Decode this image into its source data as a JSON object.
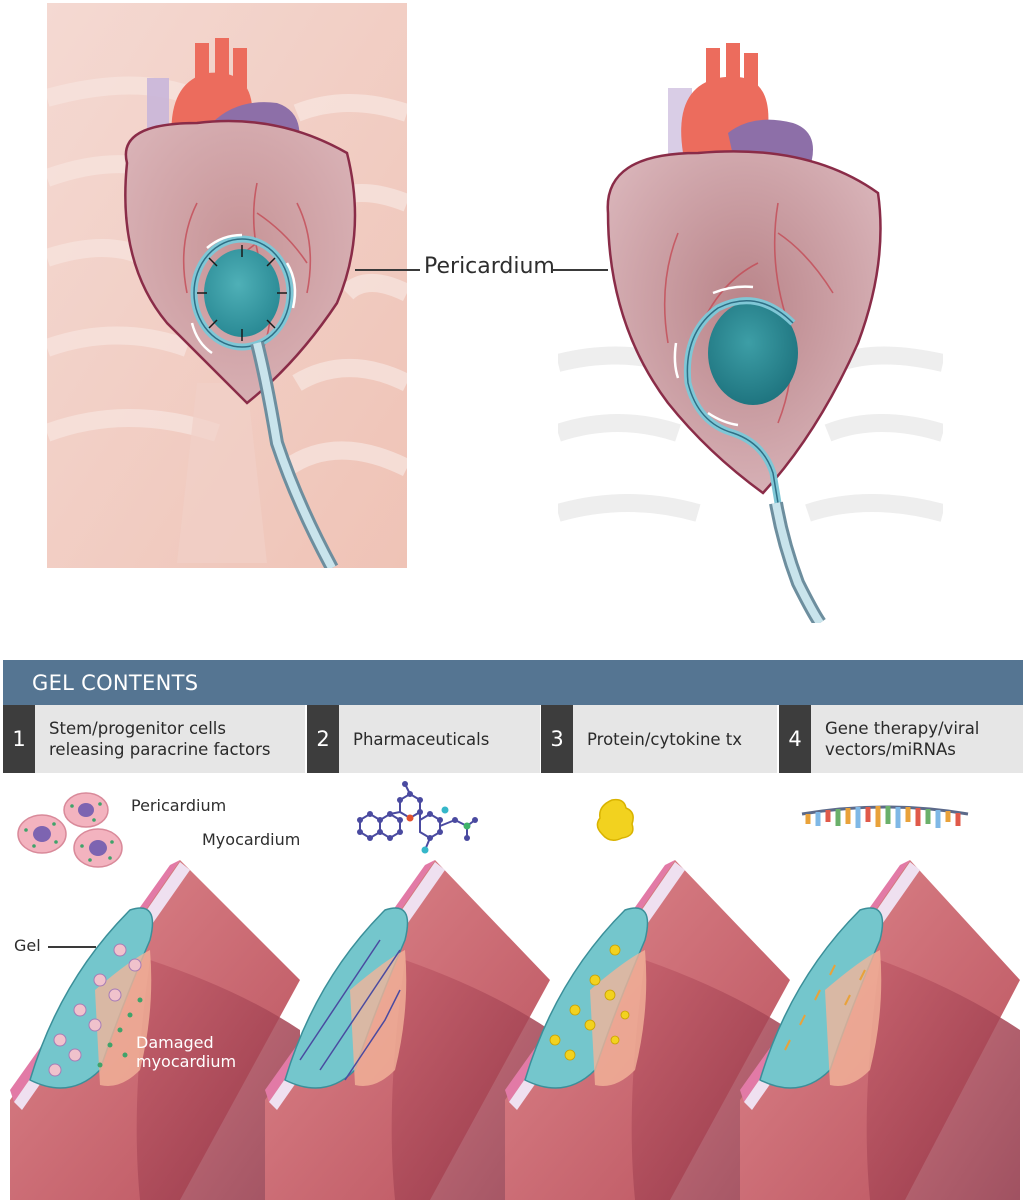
{
  "top": {
    "pericardium_label": "Pericardium"
  },
  "gel_contents": {
    "header": "GEL CONTENTS",
    "items": [
      {
        "number": "1",
        "label": "Stem/progenitor cells\nreleasing paracrine factors"
      },
      {
        "number": "2",
        "label": "Pharmaceuticals"
      },
      {
        "number": "3",
        "label": "Protein/cytokine tx"
      },
      {
        "number": "4",
        "label": "Gene therapy/viral\nvectors/miRNAs"
      }
    ]
  },
  "cross_section": {
    "pericardium_label": "Pericardium",
    "myocardium_label": "Myocardium",
    "gel_label": "Gel",
    "damaged_label": "Damaged\nmyocardium"
  },
  "colors": {
    "header_blue": "#557592",
    "number_box": "#3d3d3d",
    "label_box": "#e6e6e6",
    "gel_teal": "#74c6cc",
    "myocardium": "#d46f78",
    "pericardium_pink": "#e27aa6"
  }
}
